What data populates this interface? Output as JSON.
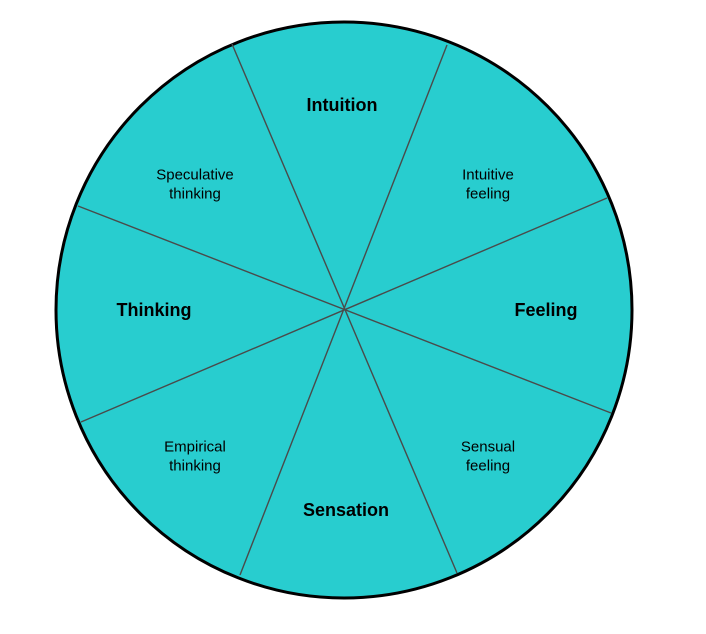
{
  "colors": {
    "fill": "#28cdcf",
    "outline": "#000000",
    "divider": "#4a4a4a"
  },
  "diagram": {
    "segments": [
      {
        "id": "intuition",
        "lines": [
          "Intuition"
        ],
        "emphasis": "main"
      },
      {
        "id": "intuitive-feeling",
        "lines": [
          "Intuitive",
          "feeling"
        ],
        "emphasis": "sub"
      },
      {
        "id": "feeling",
        "lines": [
          "Feeling"
        ],
        "emphasis": "main"
      },
      {
        "id": "sensual-feeling",
        "lines": [
          "Sensual",
          "feeling"
        ],
        "emphasis": "sub"
      },
      {
        "id": "sensation",
        "lines": [
          "Sensation"
        ],
        "emphasis": "main"
      },
      {
        "id": "empirical-thinking",
        "lines": [
          "Empirical",
          "thinking"
        ],
        "emphasis": "sub"
      },
      {
        "id": "thinking",
        "lines": [
          "Thinking"
        ],
        "emphasis": "main"
      },
      {
        "id": "speculative-thinking",
        "lines": [
          "Speculative",
          "thinking"
        ],
        "emphasis": "sub"
      }
    ]
  }
}
